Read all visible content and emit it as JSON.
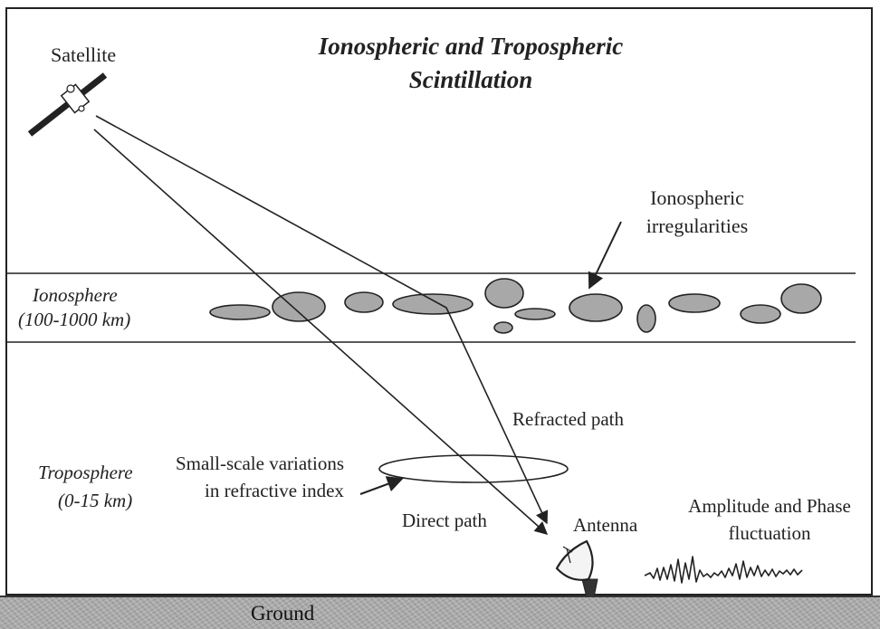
{
  "title": {
    "line1": "Ionospheric and Tropospheric",
    "line2": "Scintillation"
  },
  "labels": {
    "satellite": "Satellite",
    "irregularities_line1": "Ionospheric",
    "irregularities_line2": "irregularities",
    "ionosphere": "Ionosphere",
    "ionosphere_range": "(100-1000 km)",
    "troposphere": "Troposphere",
    "troposphere_range": "(0-15 km)",
    "small_scale_line1": "Small-scale variations",
    "small_scale_line2": "in refractive index",
    "refracted_path": "Refracted path",
    "direct_path": "Direct path",
    "antenna": "Antenna",
    "fluctuation_line1": "Amplitude and Phase",
    "fluctuation_line2": "fluctuation",
    "ground": "Ground"
  },
  "icons": {
    "satellite": "satellite-icon",
    "antenna": "dish-antenna-icon"
  },
  "colors": {
    "ink": "#222222",
    "blob_fill": "#a8a8a8",
    "ground_fill": "#a9a9a9"
  }
}
